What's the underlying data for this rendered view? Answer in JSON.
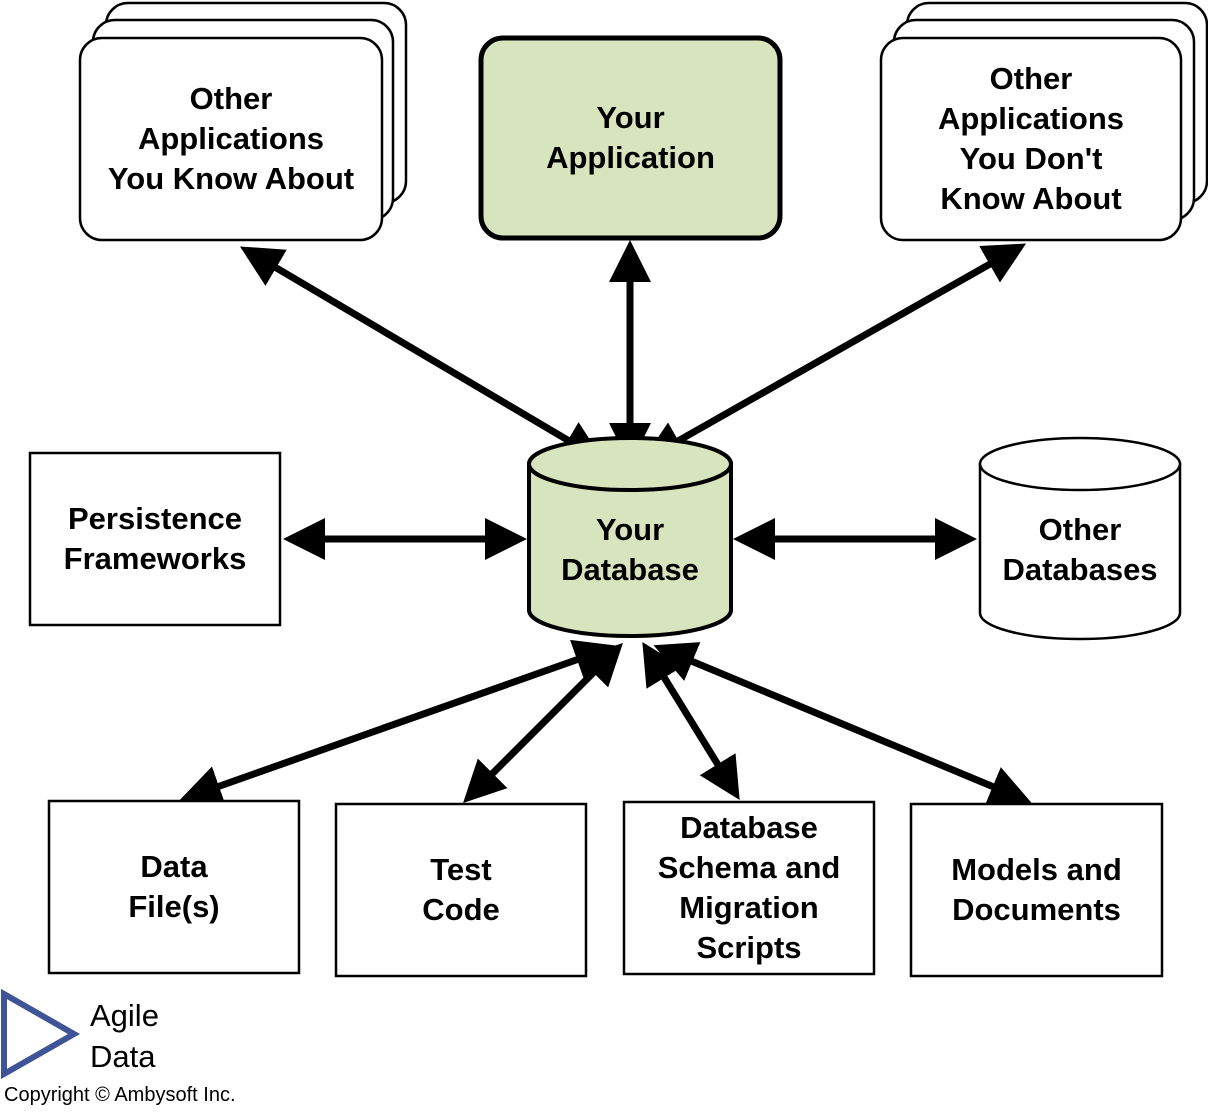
{
  "colors": {
    "highlight_fill": "#d7e4bd",
    "stroke": "#000000",
    "logo": "#3f5496"
  },
  "nodes": {
    "known_apps": [
      "Other",
      "Applications",
      "You Know About"
    ],
    "your_app": [
      "Your",
      "Application"
    ],
    "unknown_apps": [
      "Other",
      "Applications",
      "You Don't",
      "Know About"
    ],
    "persistence": [
      "Persistence",
      "Frameworks"
    ],
    "your_db": [
      "Your",
      "Database"
    ],
    "other_dbs": [
      "Other",
      "Databases"
    ],
    "data_files": [
      "Data",
      "File(s)"
    ],
    "test_code": [
      "Test",
      "Code"
    ],
    "schema": [
      "Database",
      "Schema and",
      "Migration",
      "Scripts"
    ],
    "models": [
      "Models and",
      "Documents"
    ]
  },
  "logo": {
    "icon": "triangle-play-icon",
    "line1": "Agile",
    "line2": "Data"
  },
  "copyright": "Copyright © Ambysoft Inc."
}
